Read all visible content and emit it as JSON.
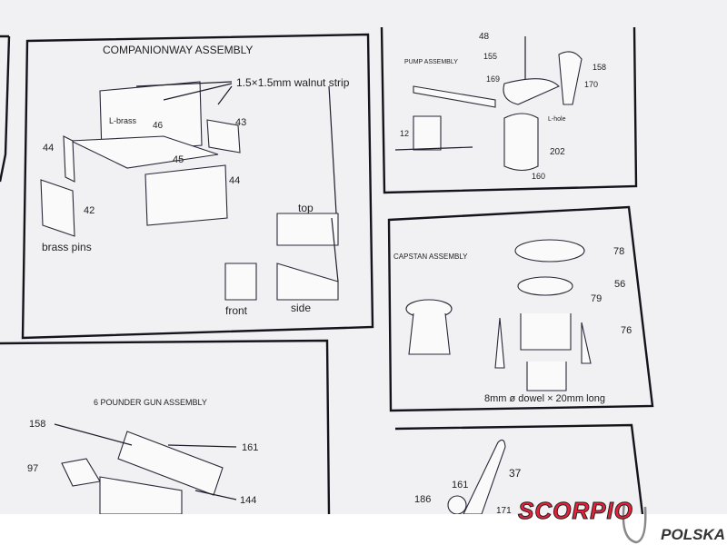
{
  "companionway": {
    "title": "COMPANIONWAY ASSEMBLY",
    "labels": [
      "1.5×1.5mm walnut strip",
      "L-brass",
      "46",
      "43",
      "44",
      "45",
      "44",
      "42",
      "brass pins",
      "top",
      "front",
      "side"
    ]
  },
  "pump": {
    "title": "PUMP ASSEMBLY",
    "labels": [
      "48",
      "155",
      "158",
      "169",
      "170",
      "L-hole",
      "12",
      "202",
      "160"
    ]
  },
  "capstan": {
    "title": "CAPSTAN ASSEMBLY",
    "labels": [
      "78",
      "56",
      "79",
      "76"
    ],
    "note": "8mm ø dowel × 20mm long"
  },
  "gun": {
    "title": "6 POUNDER GUN ASSEMBLY",
    "labels": [
      "158",
      "161",
      "97",
      "144"
    ]
  },
  "bottom_right": {
    "labels": [
      "37",
      "161",
      "186",
      "171"
    ]
  },
  "logo": {
    "brand": "SCORPIO",
    "sub": "POLSKA"
  }
}
